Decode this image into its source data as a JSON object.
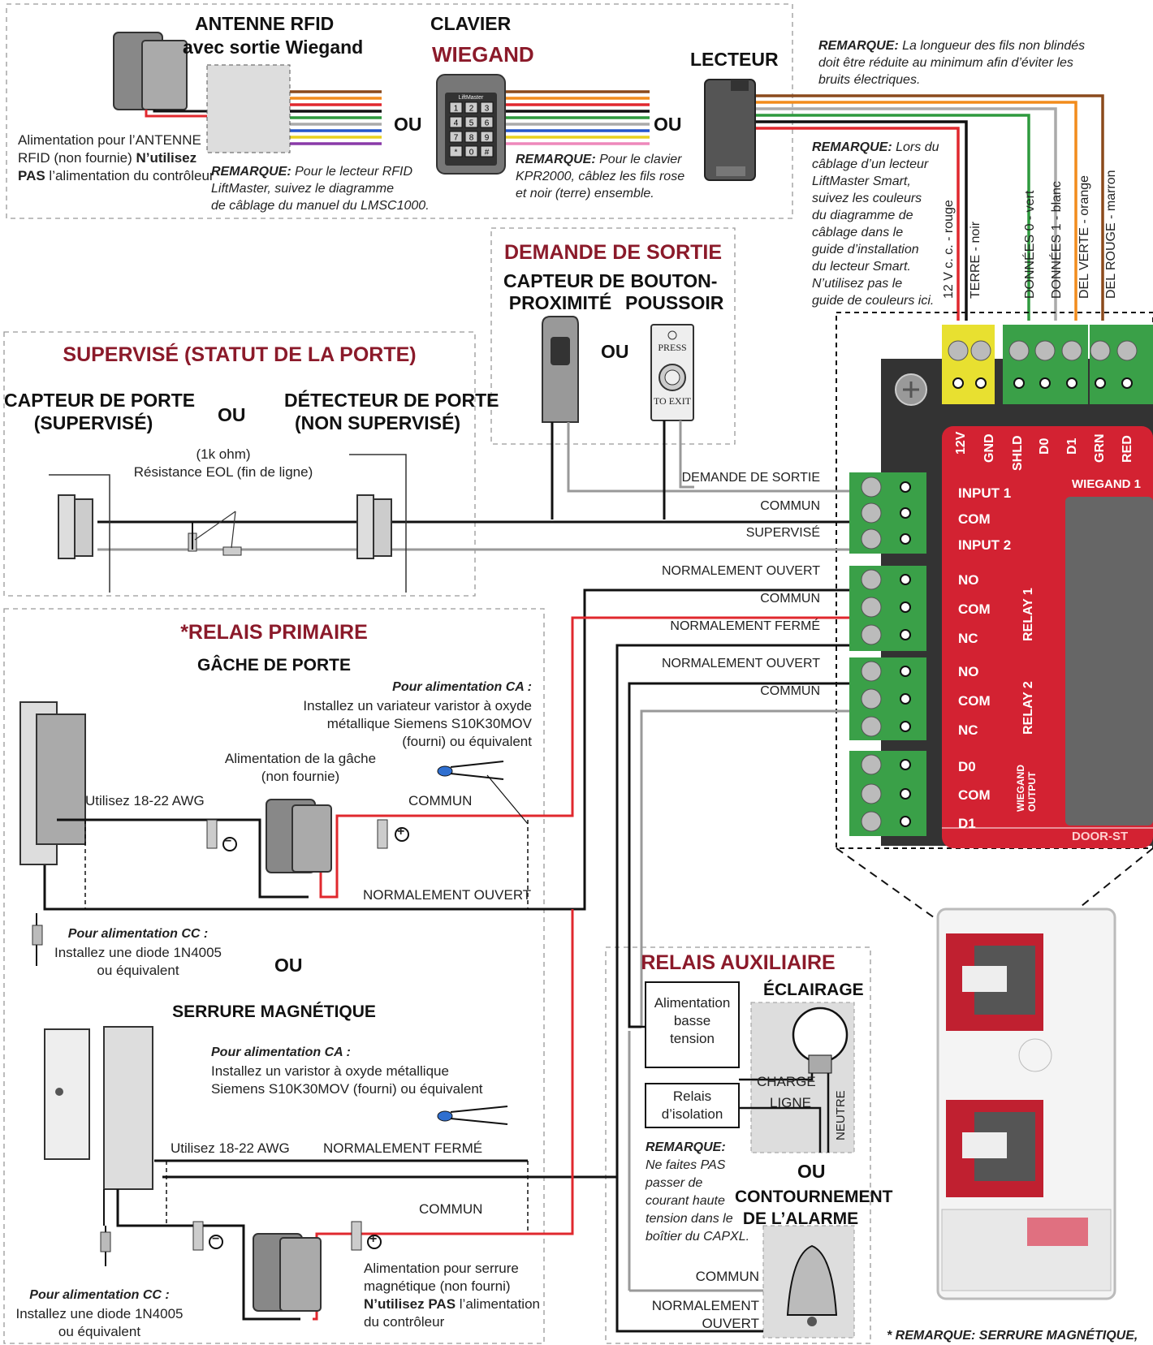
{
  "top": {
    "rfid_title": "ANTENNE RFID",
    "rfid_subtitle": "avec sortie Wiegand",
    "clavier_title": "CLAVIER",
    "wiegand_title": "WIEGAND",
    "lecteur_title": "LECTEUR",
    "ou1": "OU",
    "ou2": "OU",
    "power_note_1": "Alimentation pour l’ANTENNE",
    "power_note_2a": "RFID (non fournie) ",
    "power_note_2b": "N’utilisez",
    "power_note_3a": "PAS",
    "power_note_3b": " l’alimentation du contrôleur",
    "remarque_label": "REMARQUE:",
    "rfid_note_1": " Pour le lecteur RFID",
    "rfid_note_2": "LiftMaster, suivez le diagramme",
    "rfid_note_3": "de câblage du manuel du LMSC1000.",
    "kpr_note_1": " Pour le clavier",
    "kpr_note_2": "KPR2000, câblez les fils rose",
    "kpr_note_3": "et noir (terre) ensemble.",
    "wire_note_1": " La longueur des fils non blindés",
    "wire_note_2": "doit être réduite au minimum afin d’éviter les",
    "wire_note_3": "bruits électriques.",
    "smart_note": [
      " Lors du",
      "câblage d’un lecteur",
      "LiftMaster Smart,",
      "suivez les couleurs",
      "du diagramme de",
      "câblage dans le",
      "guide d’installation",
      "du lecteur Smart.",
      "N’utilisez pas le",
      "guide de couleurs ici."
    ],
    "wire_labels": [
      "12 V c. c. - rouge",
      "TERRE - noir",
      "DONNÉES 0 - vert",
      "DONNÉES 1 - blanc",
      "DEL VERTE - orange",
      "DEL ROUGE - marron"
    ],
    "keypad_keys": [
      "1",
      "2",
      "3",
      "4",
      "5",
      "6",
      "7",
      "8",
      "9",
      "*",
      "0",
      "#"
    ],
    "keypad_brand": "LiftMaster"
  },
  "rex": {
    "title": "DEMANDE DE SORTIE",
    "capteur": [
      "CAPTEUR DE",
      "PROXIMITÉ"
    ],
    "bouton": [
      "BOUTON-",
      "POUSSOIR"
    ],
    "ou": "OU",
    "press": "PRESS",
    "to_exit": "TO EXIT"
  },
  "supervise": {
    "title": "SUPERVISÉ (STATUT DE LA PORTE)",
    "capteur": [
      "CAPTEUR DE PORTE",
      "(SUPERVISÉ)"
    ],
    "ou": "OU",
    "detecteur": [
      "DÉTECTEUR DE PORTE",
      "(NON SUPERVISÉ)"
    ],
    "resistance": [
      "(1k ohm)",
      "Résistance EOL (fin de ligne)"
    ]
  },
  "wire_labels_right": [
    "DEMANDE DE SORTIE",
    "COMMUN",
    "SUPERVISÉ",
    "NORMALEMENT OUVERT",
    "COMMUN",
    "NORMALEMENT FERMÉ",
    "NORMALEMENT OUVERT",
    "COMMUN"
  ],
  "board": {
    "top_pins": [
      "12V",
      "GND",
      "SHLD",
      "D0",
      "D1",
      "GRN",
      "RED"
    ],
    "wiegand_label": "WIEGAND 1",
    "inputs": [
      "INPUT 1",
      "COM",
      "INPUT 2"
    ],
    "relay1": [
      "NO",
      "COM",
      "NC"
    ],
    "relay1_label": "RELAY 1",
    "relay2": [
      "NO",
      "COM",
      "NC"
    ],
    "relay2_label": "RELAY 2",
    "wout": [
      "D0",
      "COM",
      "D1"
    ],
    "wout_label": [
      "WIEGAND",
      "OUTPUT"
    ],
    "door_partial": "DOOR-ST"
  },
  "primaire": {
    "title": "*RELAIS PRIMAIRE",
    "gache_title": "GÂCHE DE PORTE",
    "ca_title": "Pour alimentation CA :",
    "ca_text": [
      "Installez un variateur varistor à oxyde",
      "métallique Siemens S10K30MOV",
      "(fourni) ou équivalent"
    ],
    "alim_gache": [
      "Alimentation de la gâche",
      "(non fournie)"
    ],
    "awg1": "Utilisez 18-22 AWG",
    "commun1": "COMMUN",
    "no1": "NORMALEMENT OUVERT",
    "cc_title": "Pour alimentation CC :",
    "cc_text": [
      "Installez une diode 1N4005",
      "ou équivalent"
    ],
    "ou": "OU",
    "minus": "−",
    "plus": "+",
    "mag_title": "SERRURE MAGNÉTIQUE",
    "ca2_title": "Pour alimentation CA :",
    "ca2_text": [
      "Installez un varistor à oxyde métallique",
      "Siemens S10K30MOV (fourni) ou équivalent"
    ],
    "awg2": "Utilisez 18-22 AWG",
    "nf2": "NORMALEMENT FERMÉ",
    "commun2": "COMMUN",
    "alim_serrure": [
      "Alimentation pour serrure",
      "magnétique (non fourni)"
    ],
    "alim_serrure_b1": "N’utilisez PAS",
    "alim_serrure_b2": " l’alimentation",
    "alim_serrure_3": "du contrôleur",
    "cc2_title": "Pour alimentation CC :",
    "cc2_text": [
      "Installez une diode 1N4005",
      "ou équivalent"
    ]
  },
  "auxiliaire": {
    "title": "RELAIS AUXILIAIRE",
    "eclairage": "ÉCLAIRAGE",
    "alim_basse": [
      "Alimentation",
      "basse",
      "tension"
    ],
    "charge": "CHARGE",
    "ligne": "LIGNE",
    "neutre": "NEUTRE",
    "relais_iso": [
      "Relais",
      "d’isolation"
    ],
    "remarque": "REMARQUE:",
    "remarque_text": [
      "Ne faites PAS",
      "passer de",
      "courant haute",
      "tension dans le",
      "boîtier du CAPXL."
    ],
    "ou": "OU",
    "contournement": [
      "CONTOURNEMENT",
      "DE L’ALARME"
    ],
    "commun": "COMMUN",
    "no": [
      "NORMALEMENT",
      "OUVERT"
    ]
  },
  "footer_note": "* REMARQUE: SERRURE MAGNÉTIQUE,",
  "colors": {
    "accent": "#8b1a2a",
    "board_red": "#d32232",
    "terminal_green": "#3aa048",
    "terminal_yellow": "#e8e030",
    "wire_red": "#e0282e",
    "wire_black": "#111111",
    "wire_gray": "#9a9a9a"
  }
}
